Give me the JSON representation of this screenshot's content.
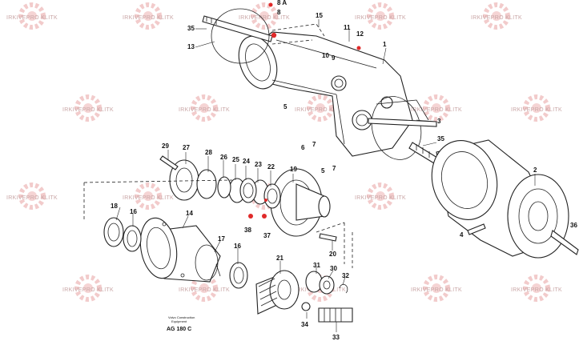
{
  "diagram": {
    "code": "AG 180 C",
    "caption_lines": [
      "Volvo Construction",
      "Equipment"
    ],
    "watermark": "IRKIVEPRO KLITK",
    "colors": {
      "line": "#222222",
      "highlight": "#e02a2a",
      "watermark": "#e8a0a0"
    },
    "callouts": [
      {
        "id": "35a",
        "text": "35"
      },
      {
        "id": "13",
        "text": "13"
      },
      {
        "id": "8a",
        "text": "8 A"
      },
      {
        "id": "8",
        "text": "8"
      },
      {
        "id": "15",
        "text": "15"
      },
      {
        "id": "11",
        "text": "11"
      },
      {
        "id": "12",
        "text": "12"
      },
      {
        "id": "10",
        "text": "10"
      },
      {
        "id": "9",
        "text": "9"
      },
      {
        "id": "1",
        "text": "1"
      },
      {
        "id": "5a",
        "text": "5"
      },
      {
        "id": "3",
        "text": "3"
      },
      {
        "id": "6",
        "text": "6"
      },
      {
        "id": "7a",
        "text": "7"
      },
      {
        "id": "35b",
        "text": "35"
      },
      {
        "id": "5b",
        "text": "5"
      },
      {
        "id": "7b",
        "text": "7"
      },
      {
        "id": "2",
        "text": "2"
      },
      {
        "id": "29",
        "text": "29"
      },
      {
        "id": "27",
        "text": "27"
      },
      {
        "id": "28",
        "text": "28"
      },
      {
        "id": "26",
        "text": "26"
      },
      {
        "id": "25",
        "text": "25"
      },
      {
        "id": "24",
        "text": "24"
      },
      {
        "id": "23",
        "text": "23"
      },
      {
        "id": "22",
        "text": "22"
      },
      {
        "id": "19",
        "text": "19"
      },
      {
        "id": "18",
        "text": "18"
      },
      {
        "id": "16a",
        "text": "16"
      },
      {
        "id": "14",
        "text": "14"
      },
      {
        "id": "38",
        "text": "38"
      },
      {
        "id": "37",
        "text": "37"
      },
      {
        "id": "20",
        "text": "20"
      },
      {
        "id": "4",
        "text": "4"
      },
      {
        "id": "36",
        "text": "36"
      },
      {
        "id": "17",
        "text": "17"
      },
      {
        "id": "16b",
        "text": "16"
      },
      {
        "id": "21",
        "text": "21"
      },
      {
        "id": "31",
        "text": "31"
      },
      {
        "id": "30",
        "text": "30"
      },
      {
        "id": "32",
        "text": "32"
      },
      {
        "id": "34",
        "text": "34"
      },
      {
        "id": "33",
        "text": "33"
      }
    ]
  }
}
